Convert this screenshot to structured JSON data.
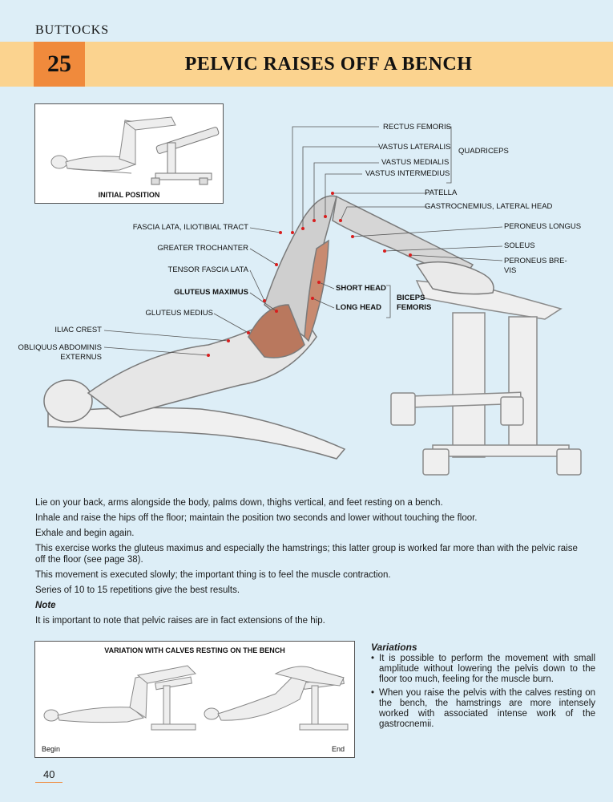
{
  "section": "BUTTOCKS",
  "exercise": {
    "number": "25",
    "title": "PELVIC RAISES OFF A BENCH"
  },
  "initial_figure": {
    "caption": "INITIAL POSITION"
  },
  "muscle_labels": {
    "rectus_femoris": "RECTUS FEMORIS",
    "vastus_lateralis": "VASTUS LATERALIS",
    "vastus_medialis": "VASTUS MEDIALIS",
    "vastus_intermedius": "VASTUS INTERMEDIUS",
    "quadriceps": "QUADRICEPS",
    "patella": "PATELLA",
    "gastrocnemius": "GASTROCNEMIUS, LATERAL HEAD",
    "peroneus_longus": "PERONEUS LONGUS",
    "soleus": "SOLEUS",
    "peroneus_brevis_1": "PERONEUS BRE-",
    "peroneus_brevis_2": "VIS",
    "fascia_lata": "FASCIA LATA, ILIOTIBIAL TRACT",
    "greater_trochanter": "GREATER TROCHANTER",
    "tensor_fascia_lata": "TENSOR FASCIA LATA",
    "gluteus_maximus": "GLUTEUS MAXIMUS",
    "gluteus_medius": "GLUTEUS MEDIUS",
    "iliac_crest": "ILIAC CREST",
    "obliquus_1": "OBLIQUUS ABDOMINIS",
    "obliquus_2": "EXTERNUS",
    "short_head": "SHORT HEAD",
    "long_head": "LONG HEAD",
    "biceps_1": "BICEPS",
    "biceps_2": "FEMORIS"
  },
  "instructions": [
    "Lie on your back, arms alongside the body, palms down, thighs vertical, and feet resting on a bench.",
    "Inhale and raise the hips off the floor; maintain the position two seconds and lower without touching the floor.",
    "Exhale and begin again.",
    "This exercise works the gluteus maximus and especially the hamstrings; this latter group is worked far more than with the pelvic raise off the floor (see page 38).",
    "This movement is executed slowly; the important thing is to feel the muscle contraction.",
    "Series of 10 to 15 repetitions give the best results."
  ],
  "note": {
    "heading": "Note",
    "text": "It is important to note that pelvic raises are in fact extensions of the hip."
  },
  "variation_figure": {
    "caption": "VARIATION WITH CALVES RESTING ON THE BENCH",
    "begin": "Begin",
    "end": "End"
  },
  "variations": {
    "heading": "Variations",
    "items": [
      "It is possible to perform the movement with small amplitude without lowering the pelvis down to the floor too much, feeling for the muscle burn.",
      "When you raise the pelvis with the calves resting on the bench, the hamstrings are more intensely worked with associated intense work of the gastrocnemii."
    ]
  },
  "page_number": "40",
  "colors": {
    "background": "#ddeef7",
    "header_band": "#fbd38f",
    "number_box": "#f08a3c",
    "marker": "#d81e1e"
  }
}
